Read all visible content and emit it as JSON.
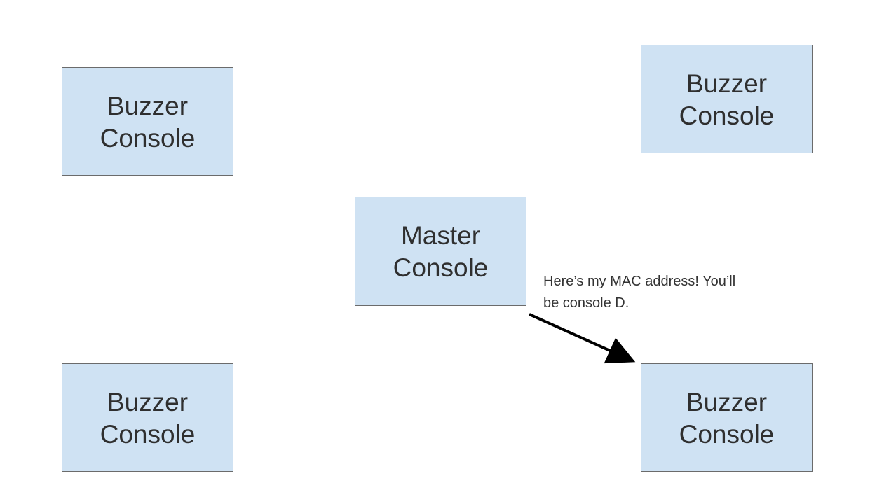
{
  "diagram": {
    "nodes": [
      {
        "id": "top-left",
        "label": "Buzzer\nConsole"
      },
      {
        "id": "top-right",
        "label": "Buzzer\nConsole"
      },
      {
        "id": "center",
        "label": "Master\nConsole"
      },
      {
        "id": "bottom-left",
        "label": "Buzzer\nConsole"
      },
      {
        "id": "bottom-right",
        "label": "Buzzer\nConsole"
      }
    ],
    "edges": [
      {
        "from": "center",
        "to": "bottom-right",
        "label": "Here’s my MAC address! You’ll\nbe console D."
      }
    ],
    "colors": {
      "node_fill": "#cfe2f3",
      "node_border": "#6b6b6b",
      "text": "#2f2f2f",
      "arrow": "#000000"
    }
  }
}
